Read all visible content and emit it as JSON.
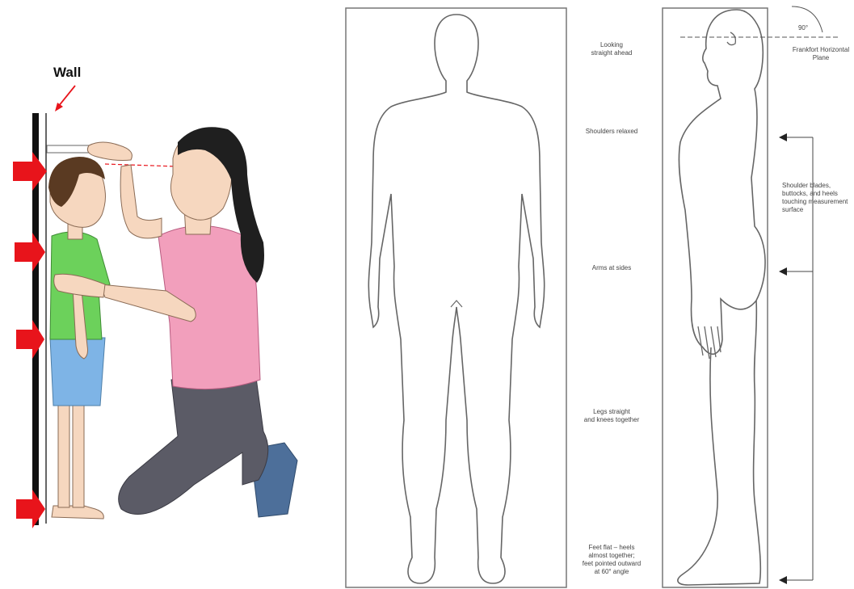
{
  "left_illustration": {
    "wall_label": "Wall"
  },
  "standing_annotations": {
    "front": [
      "Looking straight ahead",
      "Shoulders relaxed",
      "Arms at sides",
      "Legs straight and knees together",
      "Feet flat – heels almost together; feet pointed outward at 60° angle"
    ],
    "side": {
      "angle": "90°",
      "plane": "Frankfort Horizontal Plane",
      "contact": "Shoulder blades, buttocks, and heels touching measurement surface"
    }
  },
  "colors": {
    "arrow": "#e8141b",
    "wall": "#111111",
    "child_shirt": "#6cd15b",
    "child_shorts": "#7eb4e6",
    "adult_shirt": "#f29fbc",
    "adult_pants": "#5b5b66",
    "shoe": "#4d6f9a",
    "skin": "#f6d7bf",
    "hair": "#1f1f1f",
    "outline": "#555555"
  }
}
